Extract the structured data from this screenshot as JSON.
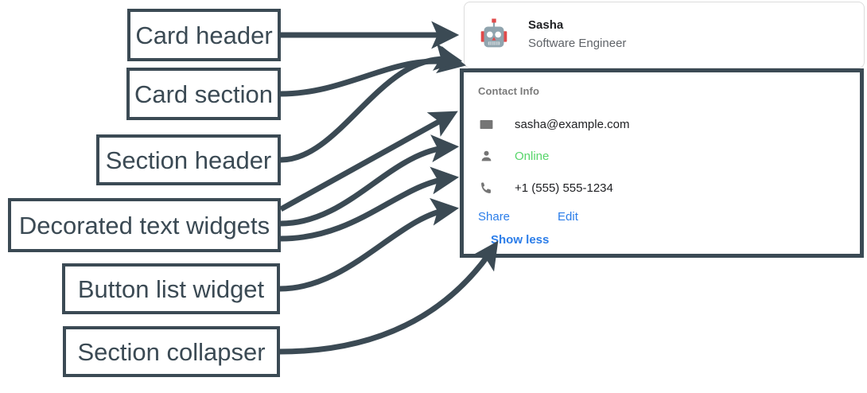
{
  "annotations": {
    "labels": [
      {
        "id": "card-header",
        "text": "Card header"
      },
      {
        "id": "card-section",
        "text": "Card section"
      },
      {
        "id": "section-header",
        "text": "Section header"
      },
      {
        "id": "decorated-text",
        "text": "Decorated text widgets"
      },
      {
        "id": "button-list",
        "text": "Button list widget"
      },
      {
        "id": "section-collapser",
        "text": "Section collapser"
      }
    ],
    "stroke_color": "#3b4a54"
  },
  "card": {
    "header": {
      "avatar_icon": "robot-avatar-icon",
      "name": "Sasha",
      "subtitle": "Software Engineer"
    },
    "section": {
      "header": "Contact Info",
      "rows": [
        {
          "icon": "email-icon",
          "text": "sasha@example.com",
          "status": false
        },
        {
          "icon": "person-icon",
          "text": "Online",
          "status": true
        },
        {
          "icon": "phone-icon",
          "text": "+1 (555) 555-1234",
          "status": false
        }
      ],
      "buttons": [
        {
          "label": "Share"
        },
        {
          "label": "Edit"
        }
      ],
      "collapser": "Show less"
    }
  },
  "colors": {
    "accent_link": "#2b7de9",
    "status_online": "#57d56a",
    "annotation": "#3b4a54",
    "muted_text": "#5f6368"
  }
}
